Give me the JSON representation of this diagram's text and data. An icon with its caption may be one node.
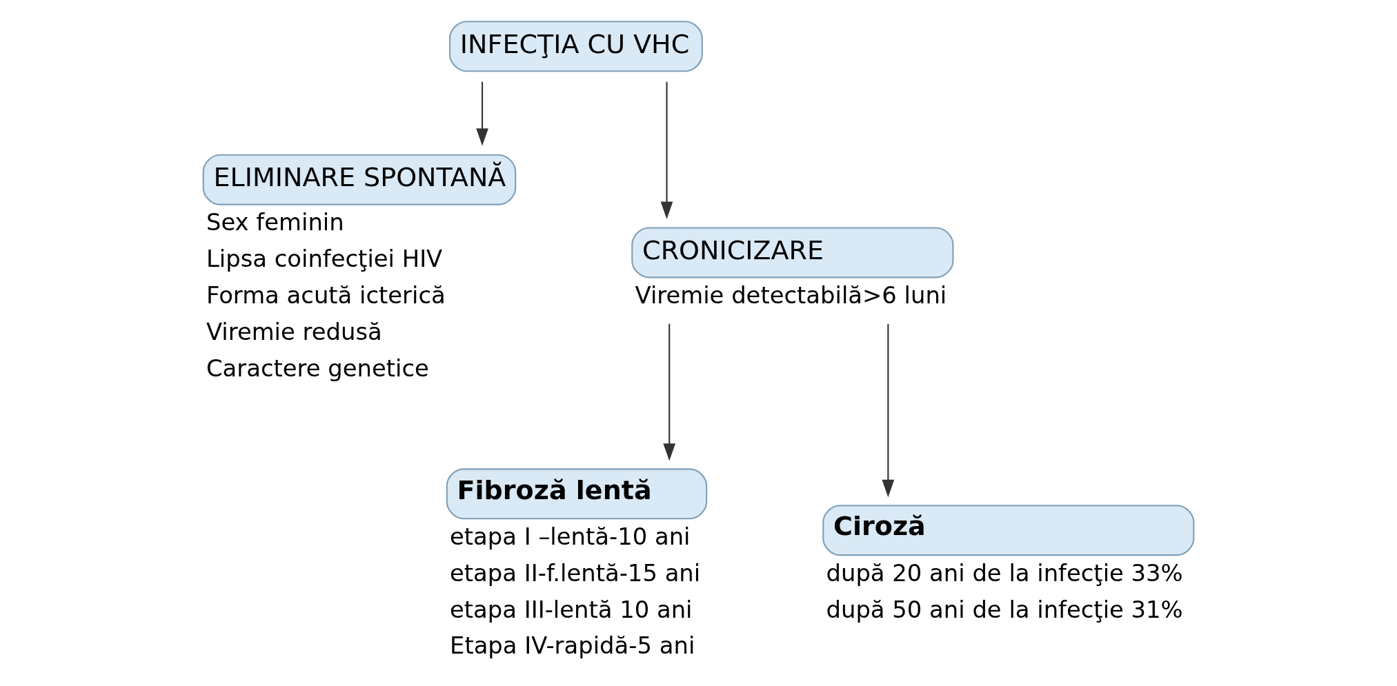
{
  "diagram": {
    "nodes": [
      {
        "text": [
          "INFECŢIA CU VHC"
        ]
      },
      {
        "text": [
          "ELIMINARE SPONTANĂ"
        ],
        "beside": [
          "Sex feminin",
          "Lipsa coinfecţiei HIV",
          "Forma acută icterică",
          "Viremie redusă",
          "Caractere genetice"
        ]
      },
      {
        "text": [
          "CRONICIZARE"
        ],
        "beside": [
          "Viremie detectabilă>6 luni"
        ]
      },
      {
        "text": [
          "Fibroză lentă"
        ],
        "beside": [
          "etapa I –lentă-10 ani",
          "etapa II-f.lentă-15 ani",
          "etapa III-lentă 10 ani",
          "Etapa IV-rapidă-5 ani"
        ]
      },
      {
        "text": [
          "Ciroză"
        ],
        "beside": [
          "după 20 ani de la infecţie 33%",
          "după 50 ani de la infecţie 31%"
        ]
      }
    ],
    "edges": [
      {
        "from": 0,
        "to": 1,
        "arrow": "to"
      },
      {
        "from": 0,
        "to": 2,
        "arrow": "to"
      },
      {
        "from": 2,
        "to": 3,
        "arrow": "to"
      },
      {
        "from": 2,
        "to": 4,
        "arrow": "to"
      }
    ]
  }
}
